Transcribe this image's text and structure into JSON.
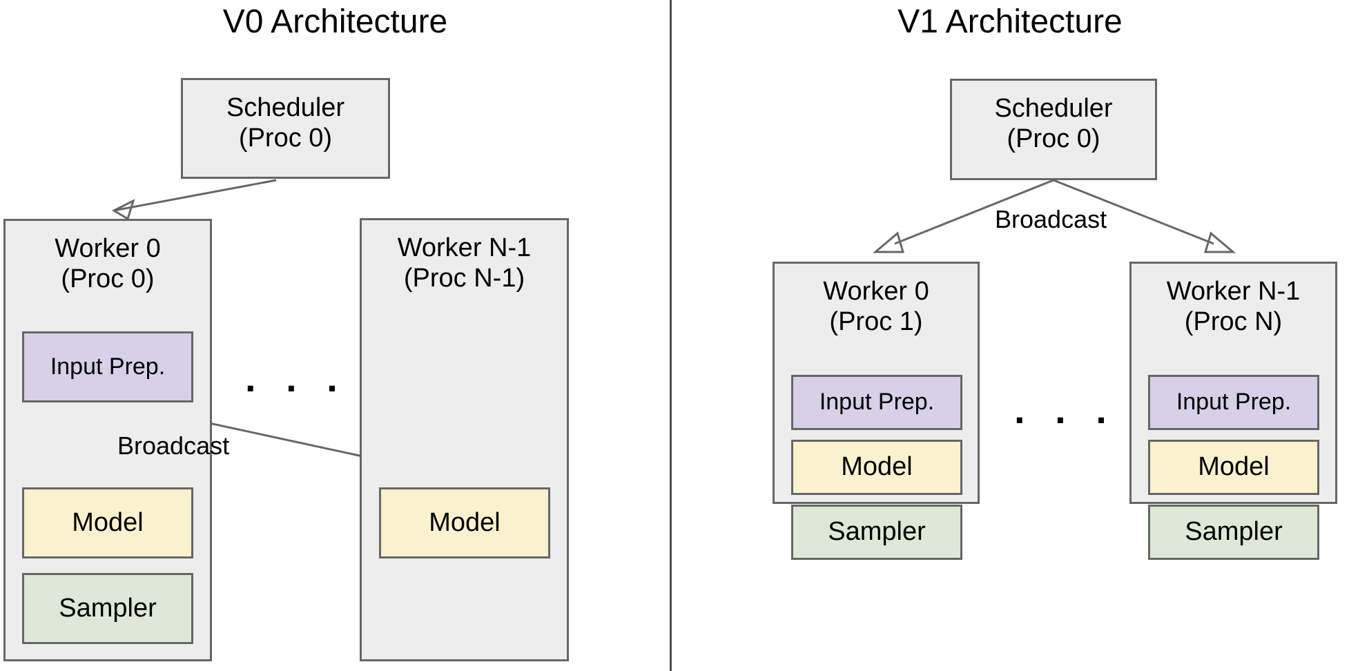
{
  "figure": {
    "divider_color": "#4d4d4d",
    "background": "#ffffff"
  },
  "panels": [
    {
      "id": "v0",
      "title": "V0 Architecture",
      "scheduler": {
        "line1": "Scheduler",
        "line2": "(Proc 0)"
      },
      "workers": [
        {
          "id": "worker-0",
          "line1": "Worker 0",
          "line2": "(Proc 0)",
          "components": [
            {
              "label": "Input Prep.",
              "color": "#d6d0e8"
            },
            {
              "label": "Model",
              "color": "#fbf1cf"
            },
            {
              "label": "Sampler",
              "color": "#dde8d6"
            }
          ]
        },
        {
          "id": "worker-n-1",
          "line1": "Worker N-1",
          "line2": "(Proc N-1)",
          "components": [
            {
              "label": "Model",
              "color": "#fbf1cf"
            }
          ]
        }
      ],
      "ellipsis": ". . .",
      "edge_labels": [
        "Broadcast"
      ]
    },
    {
      "id": "v1",
      "title": "V1 Architecture",
      "scheduler": {
        "line1": "Scheduler",
        "line2": "(Proc 0)"
      },
      "workers": [
        {
          "id": "worker-0",
          "line1": "Worker 0",
          "line2": "(Proc 1)",
          "components": [
            {
              "label": "Input Prep.",
              "color": "#d6d0e8"
            },
            {
              "label": "Model",
              "color": "#fbf1cf"
            },
            {
              "label": "Sampler",
              "color": "#dde8d6"
            }
          ]
        },
        {
          "id": "worker-n-1",
          "line1": "Worker N-1",
          "line2": "(Proc N)",
          "components": [
            {
              "label": "Input Prep.",
              "color": "#d6d0e8"
            },
            {
              "label": "Model",
              "color": "#fbf1cf"
            },
            {
              "label": "Sampler",
              "color": "#dde8d6"
            }
          ]
        }
      ],
      "ellipsis": ". . .",
      "edge_labels": [
        "Broadcast"
      ]
    }
  ]
}
